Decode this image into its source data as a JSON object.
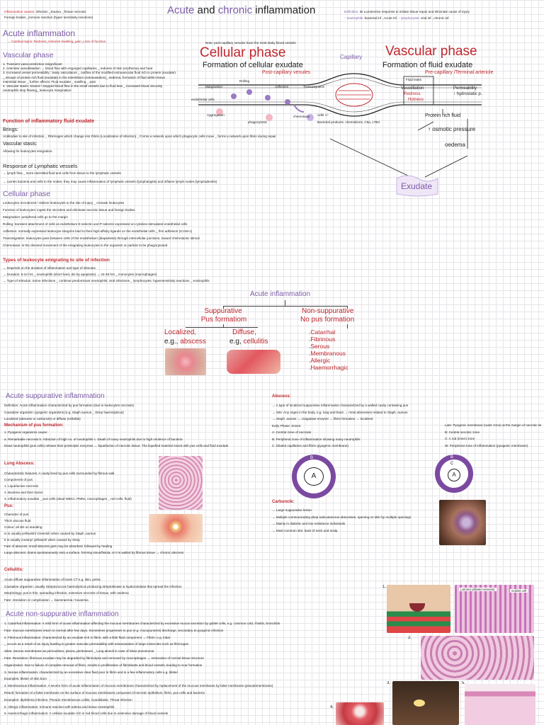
{
  "header": {
    "title_pre": "Acute",
    "title_and": " and ",
    "title_mid": "chronic",
    "title_post": " inflammation",
    "causes_label": "Inflammation causes:",
    "causes_text": " infection _trauma _Tissue necrosis",
    "causes_text2": "Foreign bodies _immune reaction (hyper sensitivity reactions)",
    "def_label": "Definition:",
    "def_text": " its a protective response to initiate tissue repair and eliminate cause of injury",
    "def_text2_a": "↑ neutrophils:",
    "def_text2_b": " bacterial inf. ,Acute inf. ",
    "def_text2_c": "↑ lymphocytes:",
    "def_text2_d": " viral inf. ,chronic inf."
  },
  "acute": {
    "heading": "Acute inflammation",
    "cardinal": "→ Cardinal signs: Redness_Hotness Swelling_pain_Loss of function",
    "vascular_heading": "Vascular phase",
    "vascular_lines": [
      "1. Transient vasoconstriction insignificant",
      "2. Arteriolar vasodilatation → blood flow with engorged capillaries _ redness of skin (erythema) and heat",
      "3. Increased vessel permeability : leaky vasculature _ outflow of the modified extravascular fluid rich in protein (exudate)",
      "_ escape of protein rich fluid (exudate) in the interstitium (extravasation)_ oedema, formation of fluid within tissue",
      "interstitial tissue _ further affects: Fluid exudate _ swelling _ pain",
      "4. Vascular stasis: slowed / stopped blood flow in the small vessels due to fluid loss _ increased blood viscosity",
      "neutrophils stop flowing_ leukocyte margination"
    ],
    "fluid_heading": "Function of inflammatory fluid exudate",
    "fluid_brings": "Brings:",
    "fluid_lines": [
      "Antibodies to site of infection _ Fibrinogen which change into Fibrin (Localization of infection) _ Forms a network upon which phagocytic cells move _ forms a network upon fibrin during repair",
      "Vascular stasis:",
      "Allowing for leukocytes emigration."
    ],
    "lymph_heading": "Response of Lymphatic vessels",
    "lymph_lines": [
      "→ lymph flow _ more interstitial fluid and cells from tissue to the lymphatic vessels",
      "→ carries bacteria and cells to the nodes, they may cause inflammation of lymphatic vessels (lymphangitis) and inflame lymph nodes (lymphadenitis)"
    ],
    "cellular_heading": "Cellular phase",
    "cellular_lines": [
      "Leukocytes recruitment / Deliver leukocytes to the site of injury _ Activate leukocytes",
      "Function of leukocytes: ingest the microbes and eliminate necrotic tissue and foreign bodies",
      "Margination: peripheral cells go to the margin",
      "Rolling: transient attachment of cells at endothelium E-selectin and P-selectin expressed on cytokine-stimulated endothelial cells",
      "Adhesion: normally expressed leukocyte integrins bind to their high-affinity ligands on the endothelial cells _ firm adhesion (ICAM-1)",
      "Transmigration: leukocytes pass between cells of the endothelium (diapedesis) through intercellular junctions, toward chemotactic stimuli",
      "Chemotaxis: is the directed movement of the emigrating leukocytes to the organism or particle to be phagocytosed"
    ],
    "types_heading": "Types of leukocyte emigrating to site of infection",
    "types_lines": [
      "→ Depends on the duration of inflammation and type of stimulus",
      "→ Duration: 6-24 hrs _ neutrophils (short lived, die by apoptosis) → 24-48 hrs _ monocytes (macrophages)",
      "→ Type of stimulus: Some infections _ continue predominant neutrophils; viral infections _ lymphocytes; hypersensitivity reactions _ eosinophils"
    ]
  },
  "diagram": {
    "note": "Note: post-capillary venules have the most leaky blood vessels",
    "cellular_phase": "Cellular phase",
    "cellular_sub": "Formation of cellular exudate",
    "cellular_sub2": "Post-capillary venules",
    "capillary": "Capillary",
    "vascular_phase": "Vascular phase",
    "vascular_sub": "Formation of fluid exudate",
    "vascular_sub2": "Pre-capillary /Terminal arteriole",
    "steps": [
      "Margination",
      "Rolling",
      "Adhesion",
      "Transmigration"
    ],
    "chemotaxis": "chemotaxis",
    "endothelial": "endothelial cells",
    "aggregation": "Aggregation",
    "phagocytosis": "phagocytosis",
    "cells_label": "cells +/-",
    "mediators": "Bacterial products, chemokines, C5a, LTB4",
    "vasodilation": "Vasodilation",
    "redness": "Redness",
    "hotness": "Hotness",
    "permeability": "Permeability",
    "fluid_leak": "Fluid leaks",
    "hydro": "↑ hydrostatic p.",
    "protein_fluid": "Protein rich fluid",
    "osmotic": "↑ osmotic pressure",
    "oedema": "oedema",
    "exudate": "Exudate"
  },
  "tree": {
    "root": "Acute inflammation",
    "left_title": "Suppurative",
    "left_sub": "Pus formatiom",
    "right_title": "Non-suppurative",
    "right_sub": "No pus formation",
    "localized": "Localized,",
    "localized_eg": "e.g., ",
    "abscess": "abscess",
    "diffuse": "Diffuse,",
    "diffuse_eg": "e.g, ",
    "cellulitis": "cellulitis",
    "nonsup_list": [
      ".Catarrhal",
      ".Fibrinous",
      ".Serous",
      ".Membranous",
      ".Allergic",
      ".Haemorrhagic"
    ]
  },
  "suppurative": {
    "heading": "Acute suppurative inflammation",
    "lines": [
      "Definition: Acute inflammation characterized by pus formation (due to leukocytes necrosis)",
      "Causative organism: pyogenic organisms (e.g. Staph aureus _ Strep haemolyticus)",
      "Localized (abscess or carbuncle) or diffuse (cellulitis)",
      "Mechanism of pus formation:",
      "1. Pyogenic organisms cause:",
      "a. Remarkable necrosis b. Attraction of high no. of neutrophils c. Death of many neutrophils due to high virulence of bacteria",
      "Dead neutrophils (pus cells) release their proteolytic enzymes → liquefaction of necrotic tissue. The liquefied material mixed with pus cells and fluid exudate"
    ],
    "lung_heading": "Lung Abscess:",
    "lung_lines": [
      "Characteristic features: A cavity lined by pus cells surrounded by fibrous wall.",
      "Components of pus:",
      "1. Liquefactive necrosis",
      "2. Bacteria and their toxins",
      "3. Inflammatory exudate _ pus cells (dead WBCs, PMNs, macrophages _ red cells, fluid)"
    ],
    "pus_heading": "Pus:",
    "pus_lines": [
      "Character of pus:",
      "Thick viscous fluid",
      "Colour: all dirt on standing",
      "Is is usually yellowish/ Greenish when caused by Staph. aureus",
      "It is usually creamy/ yellowish when caused by Strep",
      "Fate of abscess: small abscess gets may be absorbed, followed by healing",
      "Large abscess: drains spontaneously onto a surface, forming sinus/fistula; or it is walled by fibrous tissue → chronic abscess"
    ],
    "cellulitis_heading": "Cellulitis:",
    "cellulitis_lines": [
      "Acute diffuse suppurative inflammation of loose CT e.g. skin, pelvic",
      "Causative organism: usually Streptococcus haemolyticus producing streptokinase & hyaluronidase that spread the infection",
      "Morphology: pus is thin, spreading infection, extensive necrosis of tissue, with oedema",
      "Fate: resolution or complication → bacteraemia / toxaemia"
    ]
  },
  "abscess": {
    "heading": "Abscess:",
    "lines": [
      "→ A type of localized suppurative inflammation characterized by a walled cavity containing pus",
      "→ Site: Any organ in the body, e.g. lung and brain → most abscesses related to Staph. aureus",
      "→ Staph. aureus → coagulase enzyme → fibrin formation → localized",
      "Early Phase: Zones:",
      "A: Central zone of necrosis",
      "B: Peripheral zone of inflammation showing many neutrophils",
      "C: Dilated capillaries and fibrin (pyogenic membrane)"
    ],
    "late_lines": [
      "Late: Pyogenic membrane (outer zone) at the margin of necrotic tissue",
      "B: Central necrotic zone",
      "C: A rod (inner) zone",
      "W: Peripheral zone of inflammation (pyogenic membrane)"
    ],
    "ring1": [
      "B",
      "A"
    ],
    "ring2": [
      "B",
      "C",
      "A"
    ],
    "carbuncle_heading": "Carbuncle:",
    "carbuncle_lines": [
      "→ Large suppurative lesion",
      "→ Multiple communicating deep subcutaneous abscesses, opening on skin by multiple openings",
      "→ Mainly in diabetic and low resistance individuals",
      "→ Most common site: back of neck and scalp"
    ]
  },
  "nonsup": {
    "heading": "Acute non-suppurative inflammation",
    "lines": [
      "1. Catarrhal inflammation: A mild form of acute inflammation affecting the mucous membranes characterized by excessive mucus secretion by goblet cells, e.g. common cold, rhinitis, bronchitis",
      "Fate: mucous membranes return to normal after few days. Sometimes progresses to pus (e.g. mucopurulent) discharge, secondary to pyogenic infection",
      "2. Fibrinous inflammation: characterized by an exudate rich in fibrin, with a little fluid component    → Fibrin: e.g. lobar",
      "_ occurs as a result of an injury leading to greater vascular permeability with extravasation of large molecules such as fibrinogen",
      "Sites: Serous membranes as pericardium, pleura, peritoneum _ Lung alveoli in case of lobar pneumonia",
      "Fate: Resolution: fibrinous exudate may be degraded by fibrinolysis and removed by macrophages → restoration of normal tissue structure",
      "Organization: Due to failure of complete removal of fibrin, results in proliferation of fibroblasts and blood vessels, leading to scar formation",
      "3. Serous inflammation: characterized by an excessive clear fluid poor in fibrin and in a few inflammatory cells    e.g. blister",
      "Examples: blister of skin burn",
      "4. Membranous inflammation: A severe form of acute inflammation of mucous membranes characterized by replacement of the mucous membrane by false membrane (pseudomembrane)",
      "Result: formation of a false membrane on the surface of mucous membranes composed of necrotic epithelium, fibrin, pus cells and bacteria",
      "Examples: diphtheria infection, Pseudo membranous colitis, Candidiasis, Throat infection",
      "5. Allergic inflammation: Immune reaction with edema and tissue eosinophils",
      "6. Haemorrhagic inflammation: A cellular exudate rich in red blood cells due to extensive damage of blood vessels"
    ],
    "fig_labels": [
      "1.",
      "2.",
      "3.",
      "4.",
      "5."
    ],
    "histo_labels": [
      "Lamina (dilated vessels)",
      "Goblet cell"
    ]
  },
  "colors": {
    "purple": "#7c5ba6",
    "red": "#c0272d",
    "pink": "#fbd3d9"
  }
}
